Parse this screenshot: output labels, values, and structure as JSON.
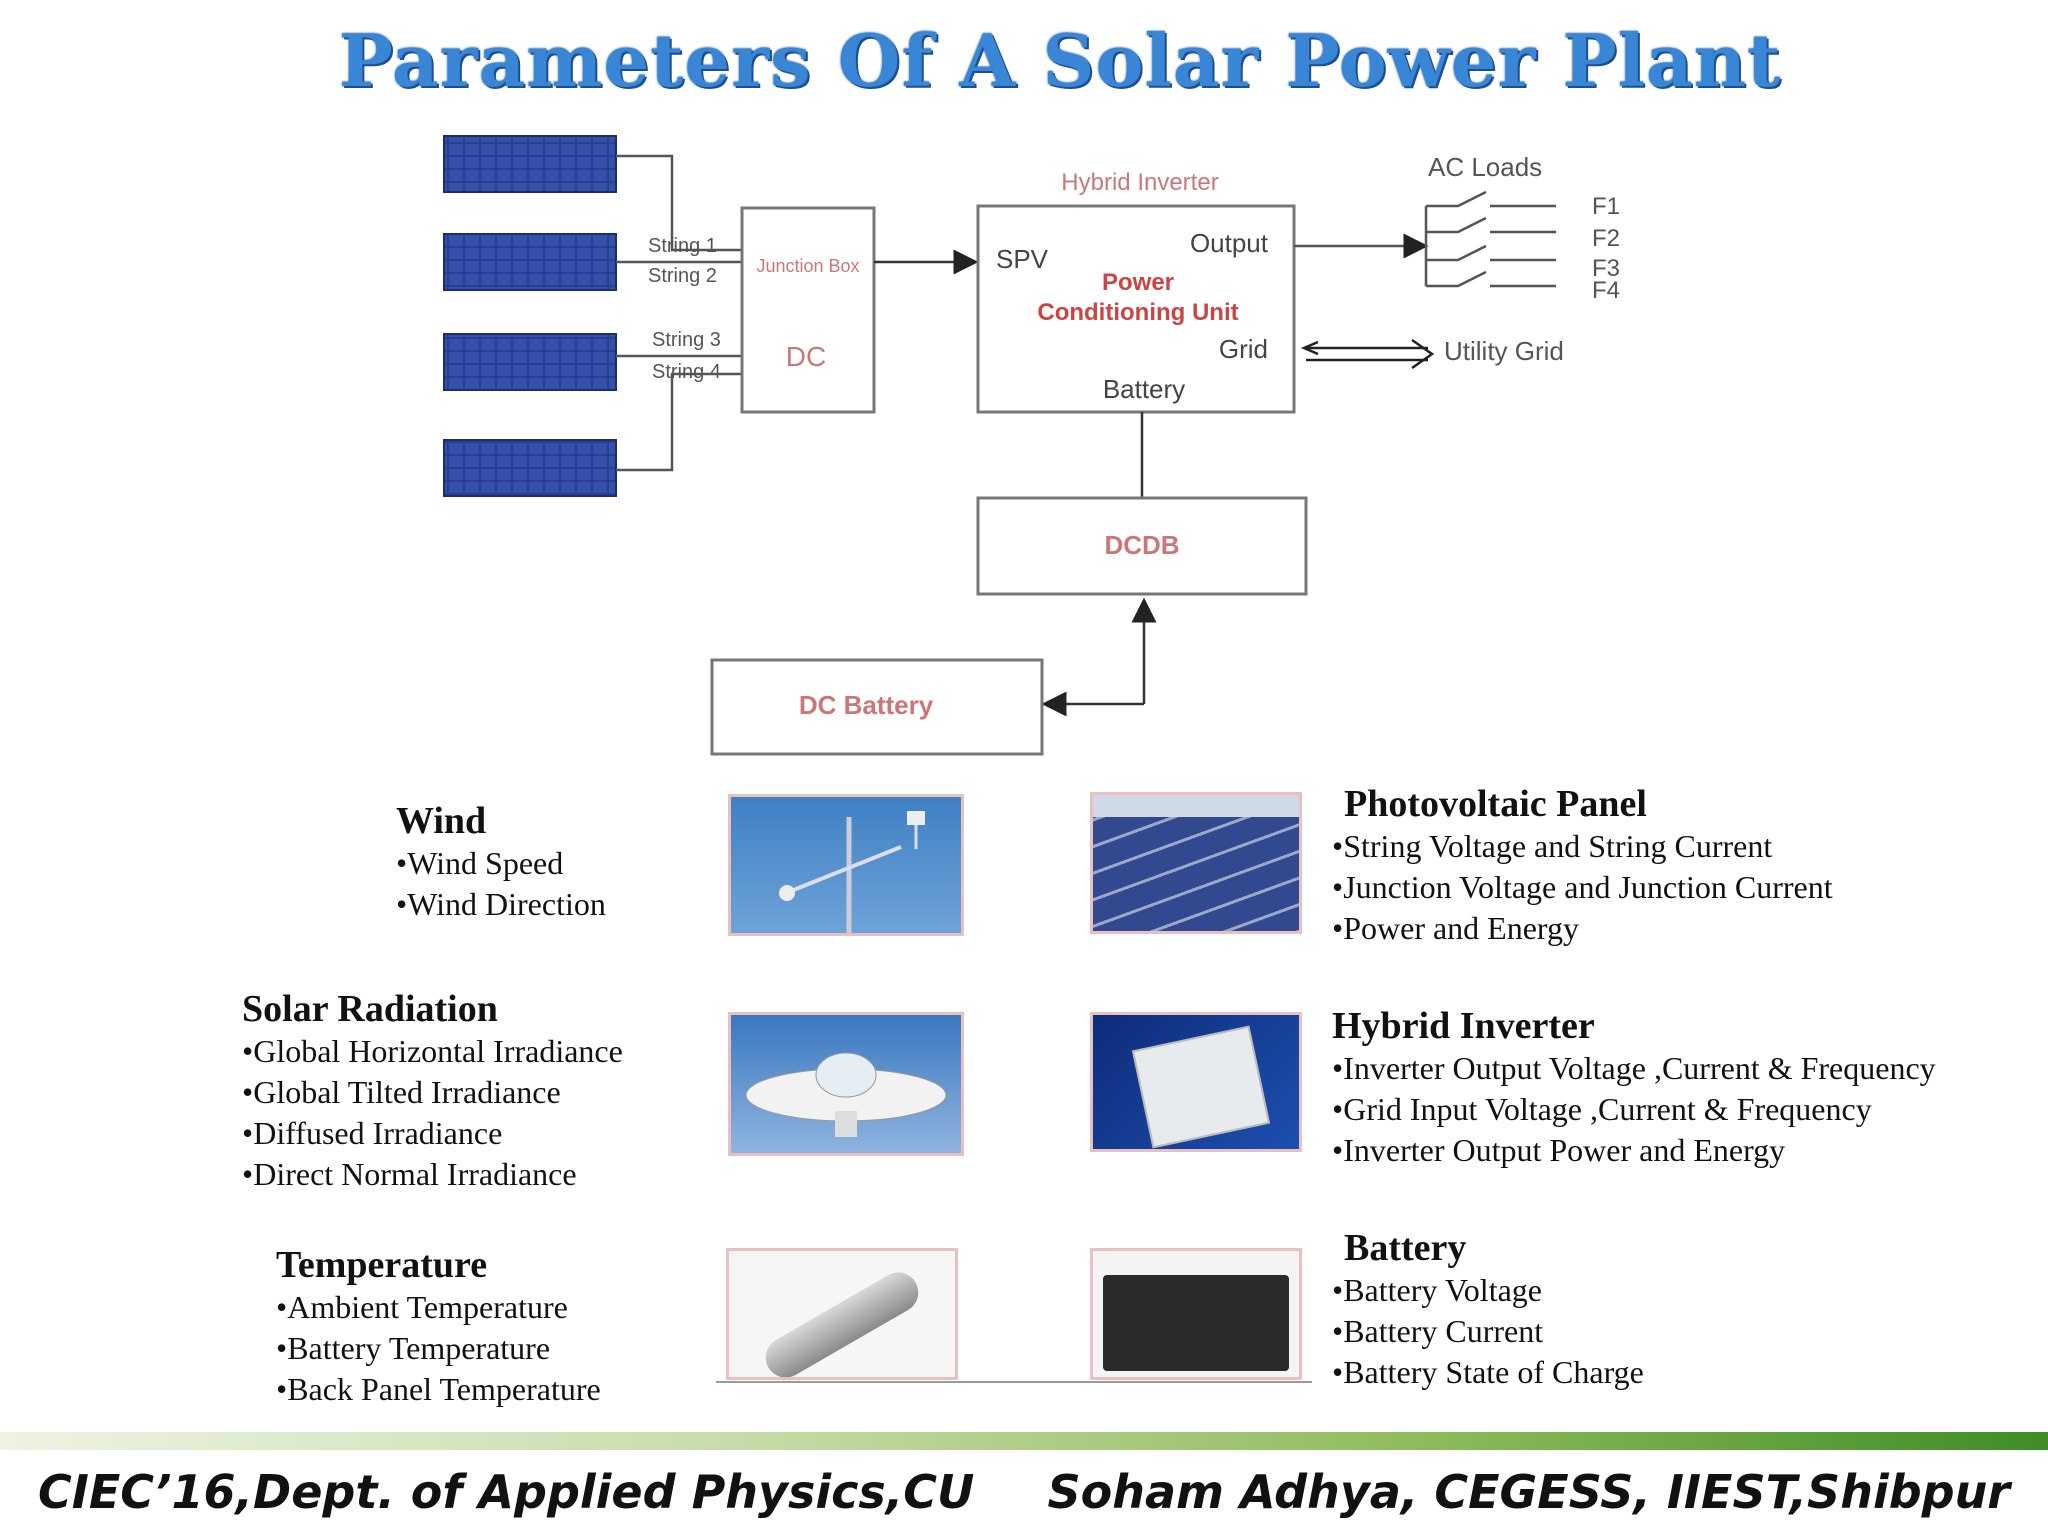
{
  "title": "Parameters Of A Solar Power Plant",
  "diagram": {
    "strings": [
      "String 1",
      "String 2",
      "String 3",
      "String 4"
    ],
    "junction_box": {
      "name": "Junction Box",
      "type": "DC"
    },
    "inverter": {
      "heading": "Hybrid Inverter",
      "unit": [
        "Power",
        "Conditioning Unit"
      ],
      "ports": {
        "spv": "SPV",
        "output": "Output",
        "grid": "Grid",
        "battery": "Battery"
      }
    },
    "ac_loads": {
      "label": "AC Loads",
      "feeders": [
        "F1",
        "F2",
        "F3",
        "F4"
      ]
    },
    "utility_grid": "Utility Grid",
    "dcdb": "DCDB",
    "dc_battery": "DC Battery"
  },
  "sections": {
    "wind": {
      "heading": "Wind",
      "items": [
        "Wind Speed",
        "Wind Direction"
      ]
    },
    "solar": {
      "heading": "Solar Radiation",
      "items": [
        "Global Horizontal Irradiance",
        "Global Tilted Irradiance",
        "Diffused Irradiance",
        "Direct Normal Irradiance"
      ]
    },
    "temperature": {
      "heading": "Temperature",
      "items": [
        "Ambient Temperature",
        "Battery Temperature",
        "Back Panel Temperature"
      ]
    },
    "pv": {
      "heading": "Photovoltaic Panel",
      "items": [
        "String Voltage and String  Current",
        "Junction Voltage and Junction Current",
        "Power and Energy"
      ]
    },
    "inverter": {
      "heading": "Hybrid Inverter",
      "items": [
        "Inverter Output Voltage ,Current & Frequency",
        "Grid Input Voltage ,Current & Frequency",
        "Inverter Output Power and Energy"
      ]
    },
    "battery": {
      "heading": "Battery",
      "items": [
        "Battery Voltage",
        "Battery Current",
        "Battery State of Charge"
      ]
    }
  },
  "footer": {
    "left": "CIEC’16,Dept. of Applied Physics,CU",
    "right": "Soham Adhya, CEGESS, IIEST,Shibpur"
  }
}
